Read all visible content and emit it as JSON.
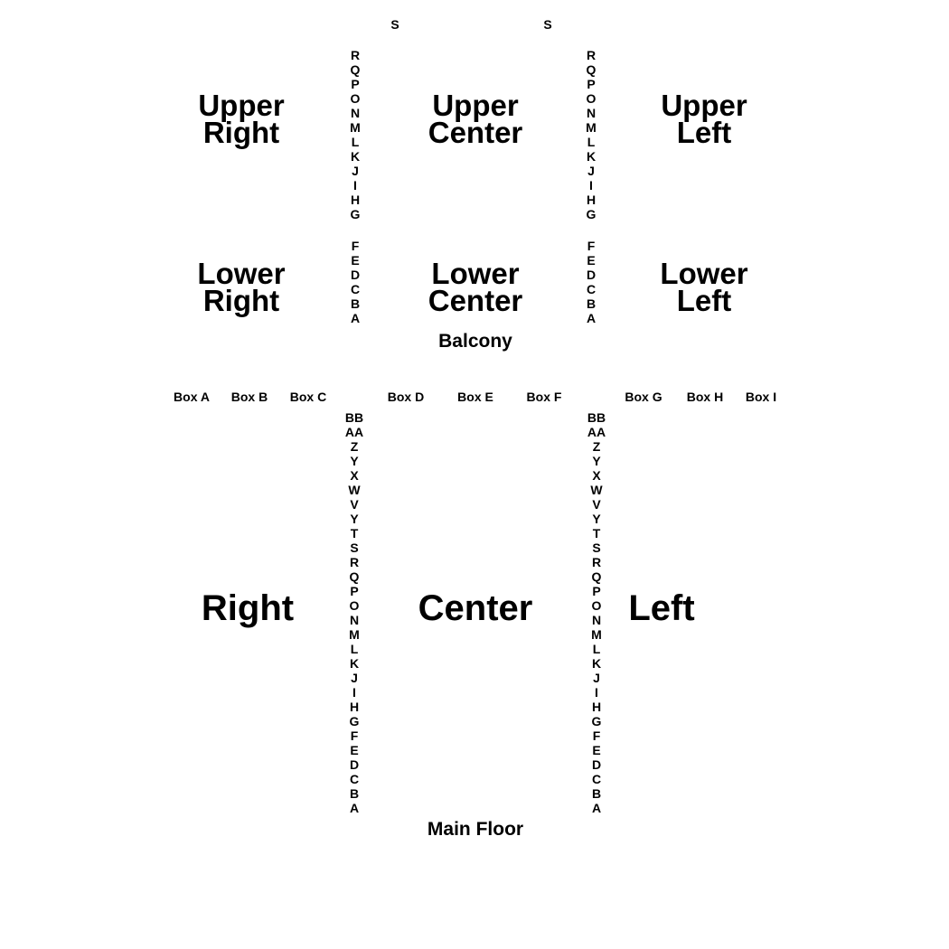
{
  "balcony": {
    "stair_labels": [
      "S",
      "S"
    ],
    "sections": {
      "upper_right": [
        "Upper",
        "Right"
      ],
      "upper_center": [
        "Upper",
        "Center"
      ],
      "upper_left": [
        "Upper",
        "Left"
      ],
      "lower_right": [
        "Lower",
        "Right"
      ],
      "lower_center": [
        "Lower",
        "Center"
      ],
      "lower_left": [
        "Lower",
        "Left"
      ]
    },
    "upper_rows": [
      "R",
      "Q",
      "P",
      "O",
      "N",
      "M",
      "L",
      "K",
      "J",
      "I",
      "H",
      "G"
    ],
    "lower_rows": [
      "F",
      "E",
      "D",
      "C",
      "B",
      "A"
    ],
    "label": "Balcony"
  },
  "boxes": [
    "Box A",
    "Box B",
    "Box C",
    "Box D",
    "Box E",
    "Box F",
    "Box G",
    "Box H",
    "Box I"
  ],
  "main_floor": {
    "rows": [
      "BB",
      "AA",
      "Z",
      "Y",
      "X",
      "W",
      "V",
      "Y",
      "T",
      "S",
      "R",
      "Q",
      "P",
      "O",
      "N",
      "M",
      "L",
      "K",
      "J",
      "I",
      "H",
      "G",
      "F",
      "E",
      "D",
      "C",
      "B",
      "A"
    ],
    "sections": {
      "right": "Right",
      "center": "Center",
      "left": "Left"
    },
    "label": "Main Floor"
  }
}
